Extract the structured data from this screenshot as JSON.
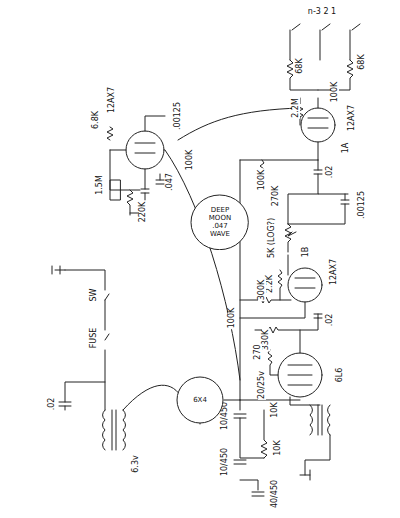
{
  "diagram": {
    "nodes": [
      {
        "text": [
          "DEEP MOON .047 WAVE"
        ]
      },
      {
        "text": [
          "6X4"
        ]
      }
    ],
    "labels": [
      "n-3 2 1",
      "68K",
      "68K",
      "2.2M",
      "100K",
      "12AX7",
      "1A",
      "100K",
      ".02",
      ".00125",
      "270K",
      "5K (LOG?)",
      "12AX7",
      "1B",
      "2.2K",
      "100K",
      "300K",
      ".02",
      "330K",
      "270",
      "20/25v",
      "6L6",
      "10K",
      "10/450",
      "10/450",
      "10K",
      "40/450",
      "FUSE",
      "SW",
      ".02",
      "6.3v",
      "12AX7",
      ".00125",
      "6.8K",
      "1.5M",
      "220K",
      ".047",
      "100K"
    ]
  }
}
